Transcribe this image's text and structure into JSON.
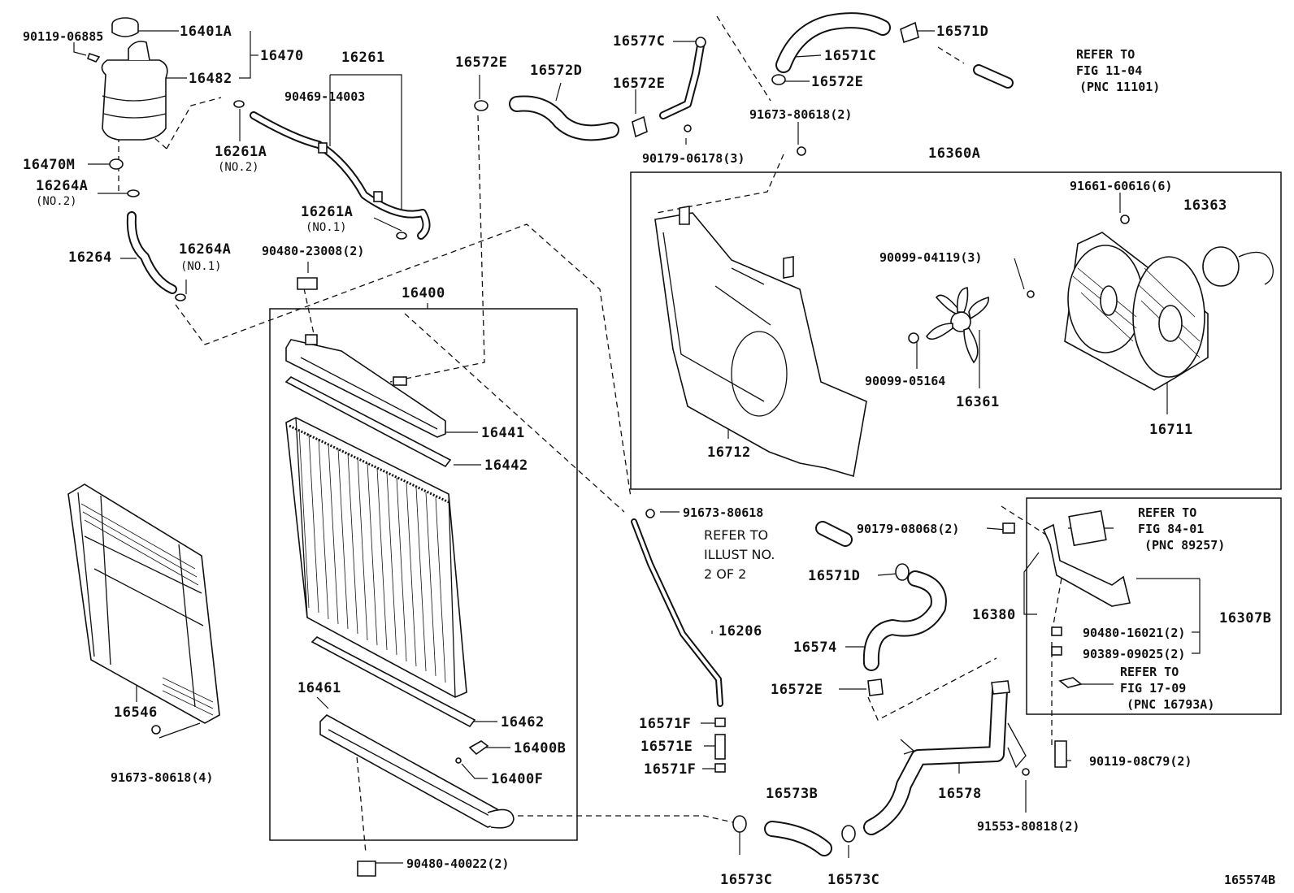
{
  "diagram_id": "165574B",
  "labels": {
    "l16401A": "16401A",
    "l16470": "16470",
    "l90119_06885": "90119-06885",
    "l16482": "16482",
    "l16261": "16261",
    "l90469_14003": "90469-14003",
    "l16261A_no2": "16261A",
    "no2a": "(NO.2)",
    "l16470M": "16470M",
    "l16264A_no2": "16264A",
    "no2b": "(NO.2)",
    "l16261A_no1": "16261A",
    "no1a": "(NO.1)",
    "l16264": "16264",
    "l16264A_no1": "16264A",
    "no1b": "(NO.1)",
    "l90480_23008": "90480-23008(2)",
    "l16400": "16400",
    "l16441": "16441",
    "l16442": "16442",
    "l16546": "16546",
    "l91673_80618_4": "91673-80618(4)",
    "l16461": "16461",
    "l16462": "16462",
    "l16400B": "16400B",
    "l16400F": "16400F",
    "l90480_40022": "90480-40022(2)",
    "l16572E_a": "16572E",
    "l16572D": "16572D",
    "l16572E_b": "16572E",
    "l16577C": "16577C",
    "l90179_06178": "90179-06178(3)",
    "l16571D_a": "16571D",
    "l16571C": "16571C",
    "l16572E_c": "16572E",
    "l91673_80618_2": "91673-80618(2)",
    "l16360A": "16360A",
    "l91661_60616": "91661-60616(6)",
    "l16363": "16363",
    "l90099_04119": "90099-04119(3)",
    "l90099_05164": "90099-05164",
    "l16361": "16361",
    "l16711": "16711",
    "l16712": "16712",
    "l91673_80618": "91673-80618",
    "l90179_08068": "90179-08068(2)",
    "l16571D_b": "16571D",
    "l16206": "16206",
    "l16574": "16574",
    "l16572E_d": "16572E",
    "l16571F_a": "16571F",
    "l16571E": "16571E",
    "l16571F_b": "16571F",
    "l16573B": "16573B",
    "l16578": "16578",
    "l16573C_a": "16573C",
    "l16573C_b": "16573C",
    "l91553_80818": "91553-80818(2)",
    "l16380": "16380",
    "l16307B": "16307B",
    "l90480_16021": "90480-16021(2)",
    "l90389_09025": "90389-09025(2)",
    "l90119_08C79": "90119-08C79(2)"
  },
  "references": {
    "ref_11_04": {
      "line1": "REFER TO",
      "line2": "FIG 11-04",
      "line3": "(PNC 11101)"
    },
    "ref_84_01": {
      "line1": "REFER TO",
      "line2": "FIG 84-01",
      "line3": "(PNC 89257)"
    },
    "ref_17_09": {
      "line1": "REFER TO",
      "line2": "FIG 17-09",
      "line3": "(PNC 16793A)"
    },
    "ref_illust": {
      "line1": "REFER TO",
      "line2": "ILLUST NO.",
      "line3": "2 OF 2"
    }
  }
}
